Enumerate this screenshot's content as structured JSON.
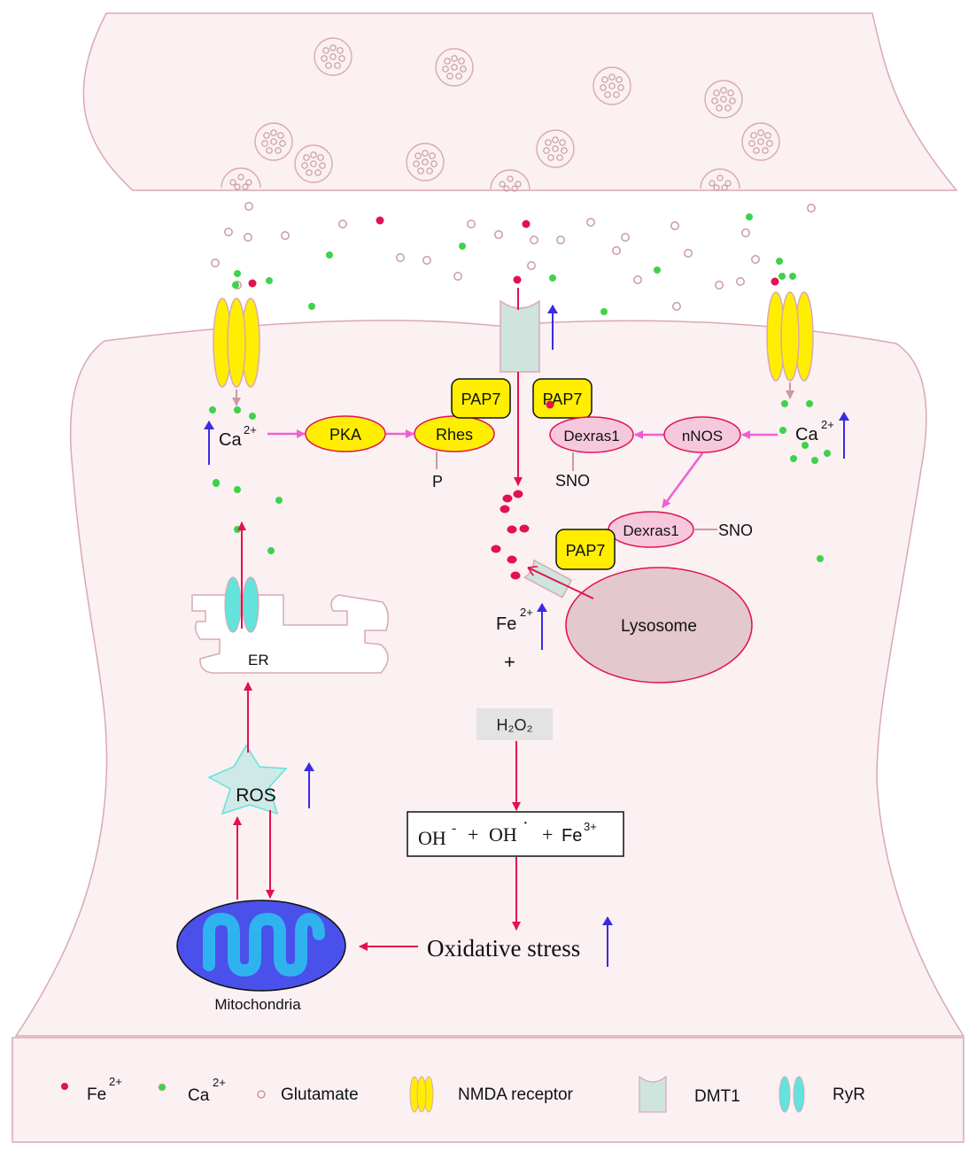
{
  "labels": {
    "pka": "PKA",
    "rhes": "Rhes",
    "phospho": "P",
    "pap7": "PAP7",
    "dexras1": "Dexras1",
    "nnos": "nNOS",
    "sno": "SNO",
    "ca": "Ca",
    "ca_charge": "2+",
    "fe": "Fe",
    "fe_charge": "2+",
    "plus": "+",
    "lysosome": "Lysosome",
    "er": "ER",
    "ros": "ROS",
    "h2o2": "H₂O₂",
    "hydroxide": "OH",
    "hydroxide_charge": "-",
    "radical": "OH",
    "radical_dot": "·",
    "fe3": "Fe",
    "fe3_charge": "3+",
    "oxidative_stress": "Oxidative stress",
    "mitochondria": "Mitochondria"
  },
  "legend": {
    "fe": "Fe",
    "fe_charge": "2+",
    "ca": "Ca",
    "ca_charge": "2+",
    "glutamate": "Glutamate",
    "nmda": "NMDA receptor",
    "dmt1": "DMT1",
    "ryr": "RyR"
  },
  "colors": {
    "membrane_fill": "#fbf0f2",
    "membrane_stroke": "#d9a9b3",
    "fe_dot": "#e2124f",
    "ca_dot": "#3fd24a",
    "glutamate_stroke": "#c99aa6",
    "nmda_fill": "#ffee00",
    "dmt1_fill": "#cfe4dd",
    "ryr_fill": "#63e3dc",
    "pathway_arrow": "#ee5fd3",
    "red_arrow": "#e2124f",
    "increase_arrow": "#3a2be3",
    "yellow_node": "#ffee00",
    "pink_node": "#f6c8de",
    "lysosome_fill": "#e3c8ce",
    "mitochondria_fill": "#4a50ea",
    "mitochondria_crista": "#2fb3ee",
    "ros_fill": "#cfe9e6",
    "h2o2_box": "#e3e3e3"
  }
}
